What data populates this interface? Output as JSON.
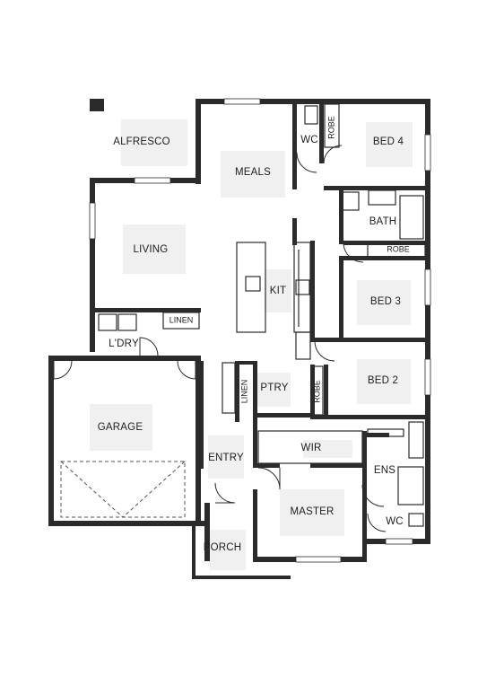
{
  "rooms": {
    "alfresco": "ALFRESCO",
    "meals": "MEALS",
    "wc_top": "WC",
    "robe_bed4": "ROBE",
    "bed4": "BED 4",
    "bath": "BATH",
    "robe_bed3": "ROBE",
    "living": "LIVING",
    "kit": "KIT",
    "bed3": "BED 3",
    "linen_ldry": "LINEN",
    "ldry": "L'DRY",
    "linen_ptry": "LINEN",
    "ptry": "PTRY",
    "robe_bed2": "ROBE",
    "bed2": "BED 2",
    "garage": "GARAGE",
    "wir": "WIR",
    "entry": "ENTRY",
    "ens": "ENS",
    "master": "MASTER",
    "wc_ens": "WC",
    "porch": "PORCH"
  }
}
